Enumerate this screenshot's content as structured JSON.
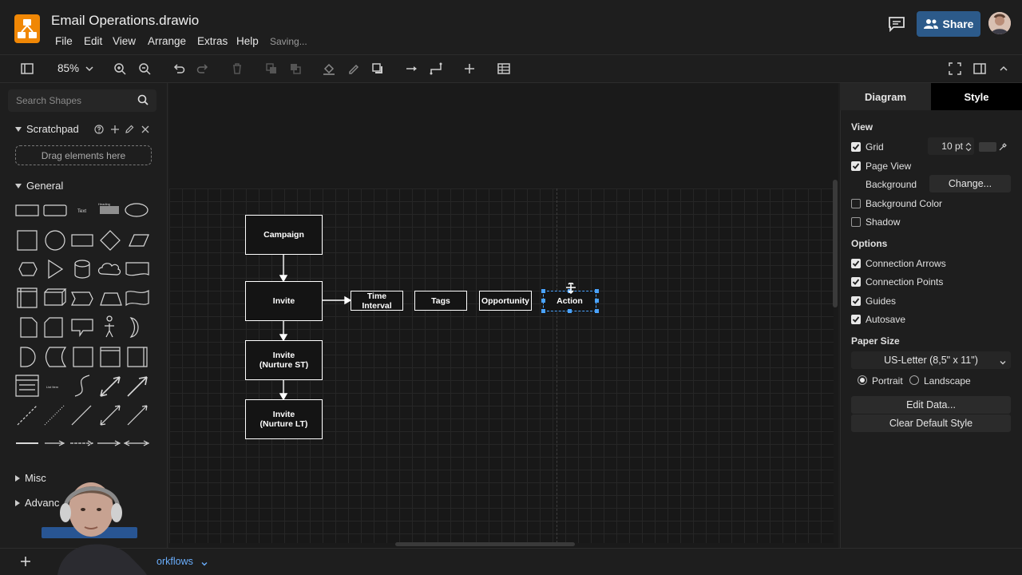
{
  "app": {
    "title": "Email Operations.drawio",
    "status": "Saving...",
    "share_label": "Share",
    "accent": "#f08705"
  },
  "menu": [
    "File",
    "Edit",
    "View",
    "Arrange",
    "Extras",
    "Help"
  ],
  "toolbar": {
    "zoom": "85%"
  },
  "left_panel": {
    "search_placeholder": "Search Shapes",
    "scratchpad": {
      "label": "Scratchpad",
      "drop_hint": "Drag elements here"
    },
    "general_label": "General",
    "misc_label": "Misc",
    "advanced_label": "Advanc"
  },
  "shapes_text": {
    "text": "Text",
    "heading": "Heading",
    "list": "List Item"
  },
  "diagram": {
    "nodes": {
      "campaign": "Campaign",
      "invite": "Invite",
      "invite_st_1": "Invite",
      "invite_st_2": "(Nurture ST)",
      "invite_lt_1": "Invite",
      "invite_lt_2": "(Nurture LT)",
      "time_interval": "Time Interval",
      "tags": "Tags",
      "opportunity": "Opportunity",
      "action": "Action"
    }
  },
  "right_panel": {
    "tabs": [
      "Diagram",
      "Style"
    ],
    "view_head": "View",
    "grid_label": "Grid",
    "grid_size": "10 pt",
    "page_view_label": "Page View",
    "background_label": "Background",
    "change_label": "Change...",
    "background_color_label": "Background Color",
    "shadow_label": "Shadow",
    "options_head": "Options",
    "connection_arrows_label": "Connection Arrows",
    "connection_points_label": "Connection Points",
    "guides_label": "Guides",
    "autosave_label": "Autosave",
    "paper_size_head": "Paper Size",
    "paper_size_value": "US-Letter (8,5\" x 11\")",
    "portrait_label": "Portrait",
    "landscape_label": "Landscape",
    "edit_data_label": "Edit Data...",
    "clear_style_label": "Clear Default Style"
  },
  "bottom": {
    "page_tab": "Workflows",
    "page_tab_visible": "orkflows"
  }
}
